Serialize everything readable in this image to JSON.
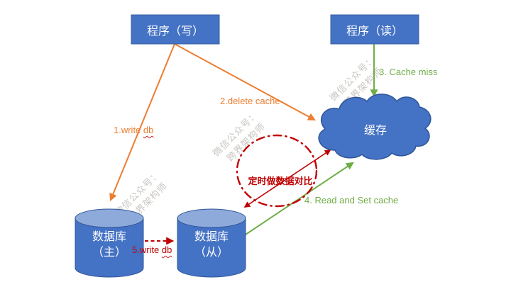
{
  "canvas": {
    "background": "#FFFFFF"
  },
  "colors": {
    "node_blue": "#4472C4",
    "node_border": "#3A5FA4",
    "cylinder_top": "#8EAADB",
    "orange": "#ED7D31",
    "green": "#70AD47",
    "dark_red": "#C00000",
    "watermark_gray": "#C9C5C1"
  },
  "nodes": {
    "app_write": {
      "label": "程序（写）"
    },
    "app_read": {
      "label": "程序（读）"
    },
    "cache": {
      "label": "缓存"
    },
    "db_master": {
      "label_line1": "数据库",
      "label_line2": "（主）"
    },
    "db_slave": {
      "label_line1": "数据库",
      "label_line2": "（从）"
    }
  },
  "edges": {
    "write_db": {
      "prefix": "1.write ",
      "underlined_word": "db",
      "color": "#ED7D31",
      "style": "solid"
    },
    "delete_cache": {
      "label": "2.delete cache",
      "color": "#ED7D31",
      "style": "solid"
    },
    "cache_miss": {
      "label": "3. Cache miss",
      "color": "#70AD47",
      "style": "solid"
    },
    "read_set_cache": {
      "label": "4. Read and Set cache",
      "color": "#70AD47",
      "style": "solid"
    },
    "write_db_replica": {
      "prefix": "5.write ",
      "underlined_word": "db",
      "color": "#C00000",
      "style": "dashed"
    },
    "data_compare": {
      "label": "定时做数据对比",
      "color": "#C00000",
      "style": "dash-dot-circle"
    }
  },
  "watermark": {
    "line1": "微信公众号：",
    "line2": "跨界架构师"
  }
}
